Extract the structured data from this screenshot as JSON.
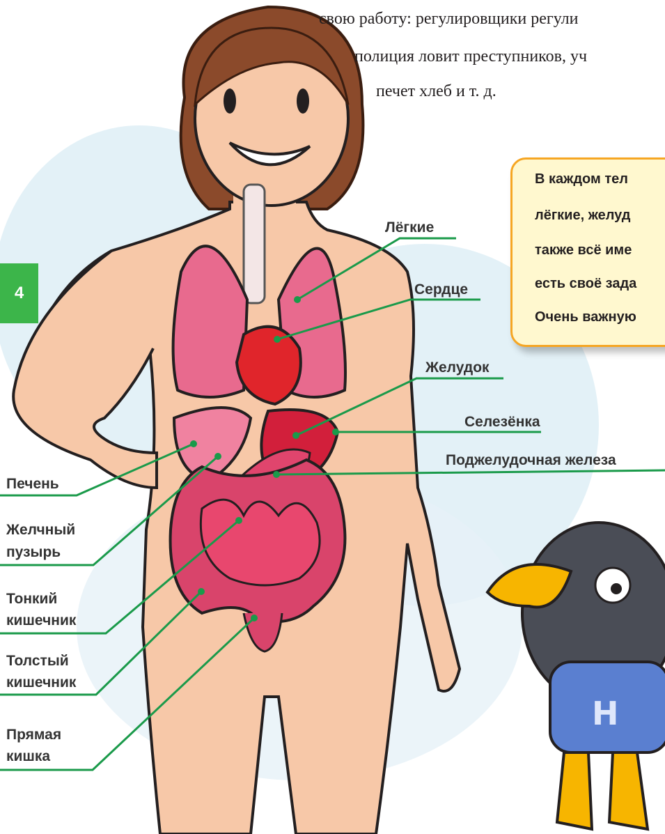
{
  "intro_text": {
    "line1": "свою работу: регулировщики регули",
    "line2": "полиция ловит преступников, уч",
    "line3": "печет хлеб и т. д."
  },
  "page_tab": "4",
  "callout": {
    "line1": "В каждом тел",
    "line2": "лёгкие, желуд",
    "line3": "также всё име",
    "line4": "есть своё зада",
    "line5": "Очень важную"
  },
  "labels": {
    "lungs": "Лёгкие",
    "heart": "Сердце",
    "stomach": "Желудок",
    "spleen": "Селезёнка",
    "pancreas": "Поджелудочная железа",
    "liver": "Печень",
    "gallbladder_1": "Желчный",
    "gallbladder_2": "пузырь",
    "small_intestine_1": "Тонкий",
    "small_intestine_2": "кишечник",
    "large_intestine_1": "Толстый",
    "large_intestine_2": "кишечник",
    "rectum_1": "Прямая",
    "rectum_2": "кишка"
  },
  "colors": {
    "leader_line": "#1a9a4a",
    "tab": "#3cb54a",
    "callout_border": "#f6a623",
    "callout_fill": "#fff8cf",
    "skin": "#f7c8a8",
    "hair": "#8b4a2b",
    "lungs": "#e86a8e",
    "heart": "#e0252b",
    "intestine": "#d9446b",
    "crow_body": "#4a4d56",
    "crow_beak": "#f7b500",
    "crow_shirt": "#5a7fd0"
  }
}
